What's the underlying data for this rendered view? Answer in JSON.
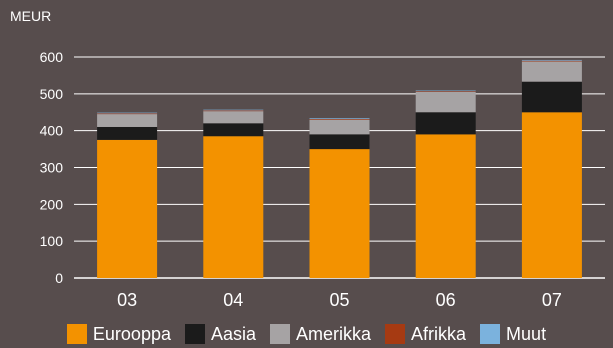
{
  "chart_data": {
    "type": "bar",
    "stacked": true,
    "title": "",
    "ylabel": "MEUR",
    "xlabel": "",
    "categories": [
      "03",
      "04",
      "05",
      "06",
      "07"
    ],
    "ylim": [
      0,
      600
    ],
    "yticks": [
      0,
      100,
      200,
      300,
      400,
      500,
      600
    ],
    "grid": true,
    "legend": "bottom",
    "series": [
      {
        "name": "Eurooppa",
        "color": "#f39200",
        "values": [
          375,
          385,
          350,
          390,
          450
        ]
      },
      {
        "name": "Aasia",
        "color": "#1b1b1b",
        "values": [
          35,
          35,
          40,
          60,
          83
        ]
      },
      {
        "name": "Amerikka",
        "color": "#a6a3a4",
        "values": [
          35,
          33,
          40,
          55,
          55
        ]
      },
      {
        "name": "Afrikka",
        "color": "#a63a12",
        "values": [
          2,
          2,
          2,
          2,
          2
        ]
      },
      {
        "name": "Muut",
        "color": "#7bb2dd",
        "values": [
          2,
          2,
          2,
          2,
          2
        ]
      }
    ]
  }
}
